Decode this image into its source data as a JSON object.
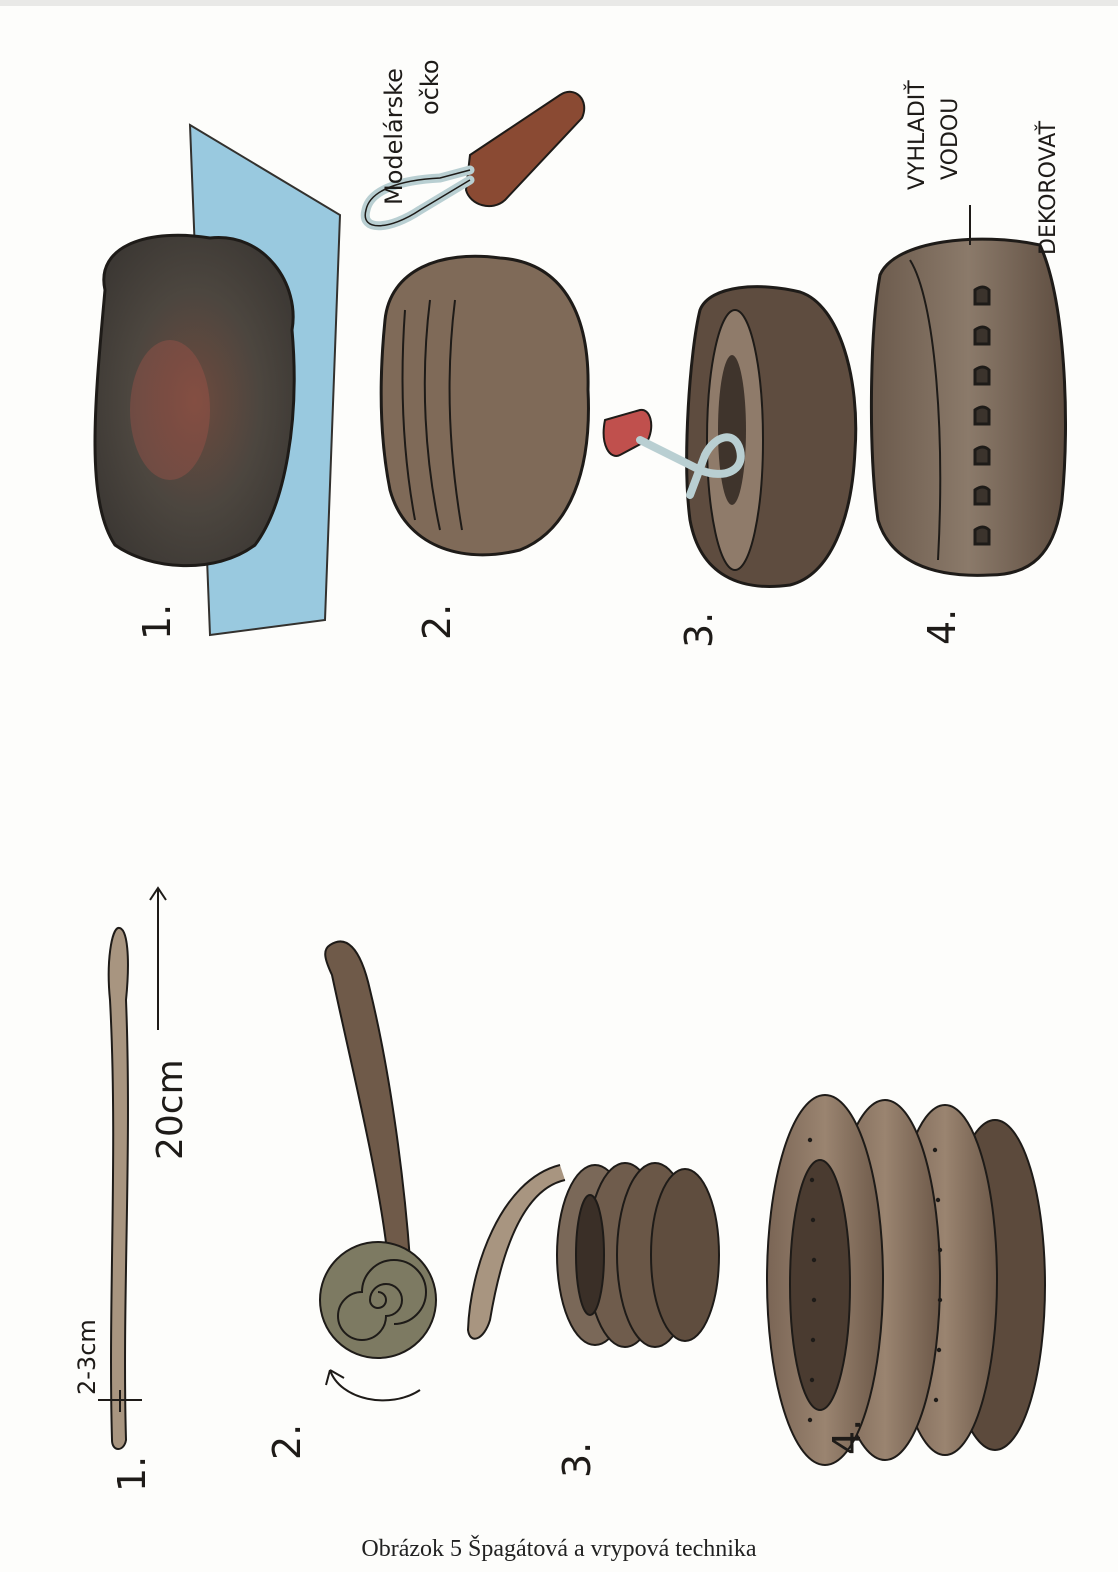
{
  "caption": "Obrázok 5 Špagátová a vrypová technika",
  "top_section": {
    "step_numbers": [
      "1.",
      "2.",
      "3.",
      "4."
    ],
    "tool_label_line1": "Modelárske",
    "tool_label_line2": "očko",
    "note_line1": "VYHLADIŤ",
    "note_line2": "VODOU",
    "note_line3": "DEKOROVAŤ"
  },
  "bottom_section": {
    "step_numbers": [
      "1.",
      "2.",
      "3.",
      "4."
    ],
    "width_label": "2-3cm",
    "length_label": "20cm"
  },
  "colors": {
    "clay_dark": "#5a4a3e",
    "clay_mid": "#8a7564",
    "clay_light": "#a89580",
    "water_blue": "#8fc4dd",
    "tool_handle": "#8a4a33",
    "tool_handle_red": "#c0504d",
    "tool_wire": "#b9cfd2",
    "ink": "#1e1b18"
  }
}
